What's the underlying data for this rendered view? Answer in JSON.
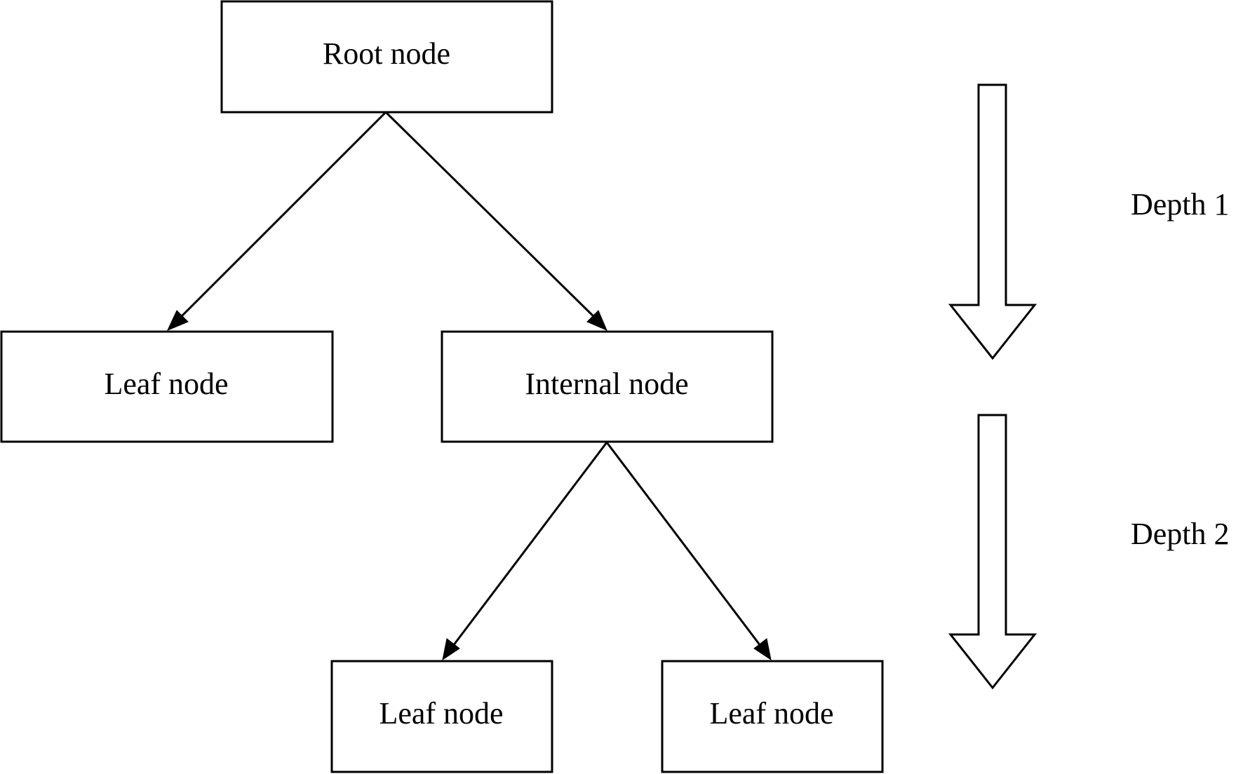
{
  "nodes": {
    "root": {
      "label": "Root node"
    },
    "leaf_left": {
      "label": "Leaf node"
    },
    "internal": {
      "label": "Internal node"
    },
    "leaf_bottom_left": {
      "label": "Leaf node"
    },
    "leaf_bottom_right": {
      "label": "Leaf node"
    }
  },
  "edges": [
    {
      "from": "root",
      "to": "leaf_left"
    },
    {
      "from": "root",
      "to": "internal"
    },
    {
      "from": "internal",
      "to": "leaf_bottom_left"
    },
    {
      "from": "internal",
      "to": "leaf_bottom_right"
    }
  ],
  "depth_labels": {
    "depth1": "Depth 1",
    "depth2": "Depth 2"
  },
  "colors": {
    "stroke": "#000000",
    "background": "#ffffff"
  }
}
